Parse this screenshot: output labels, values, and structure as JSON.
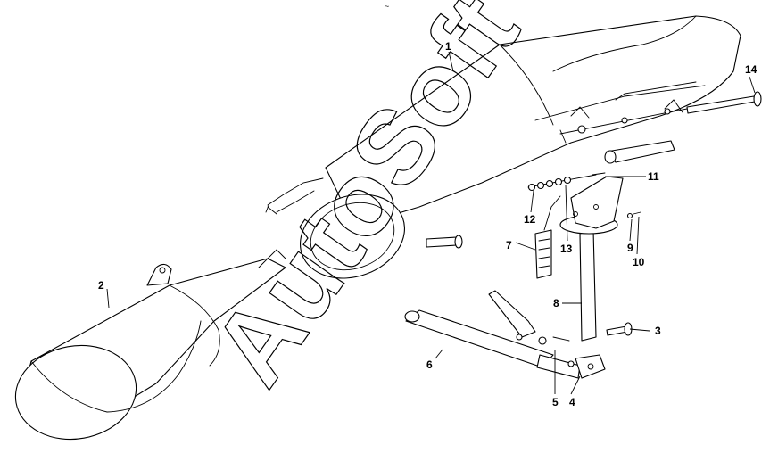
{
  "header": {
    "mark": "~"
  },
  "watermark": {
    "text": "AutoSoft"
  },
  "callouts": {
    "c1": "1",
    "c2": "2",
    "c3": "3",
    "c4": "4",
    "c5": "5",
    "c6": "6",
    "c7": "7",
    "c8": "8",
    "c9": "9",
    "c10": "10",
    "c11": "11",
    "c12": "12",
    "c13": "13",
    "c14": "14"
  },
  "colors": {
    "line": "#000000",
    "background": "#ffffff"
  }
}
